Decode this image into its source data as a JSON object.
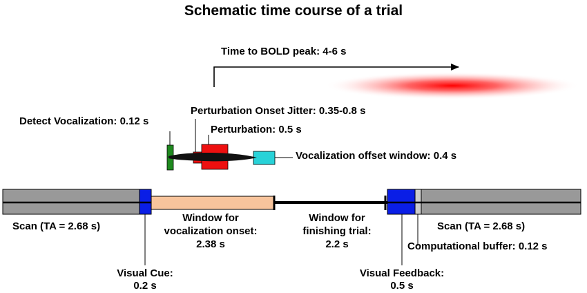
{
  "title": "Schematic time course of a trial",
  "bold_peak": {
    "label": "Time to BOLD peak: 4-6 s"
  },
  "events": {
    "perturbation_onset_jitter": "Perturbation Onset Jitter: 0.35-0.8 s",
    "detect_vocalization": "Detect Vocalization: 0.12 s",
    "perturbation": "Perturbation: 0.5 s",
    "vocalization_offset_window": "Vocalization offset window: 0.4 s"
  },
  "timeline": {
    "scan_left": "Scan (TA = 2.68 s)",
    "scan_right": "Scan (TA = 2.68 s)",
    "window_onset": [
      "Window for",
      "vocalization onset:",
      "2.38 s"
    ],
    "window_finish": [
      "Window for",
      "finishing trial:",
      "2.2 s"
    ],
    "computational_buffer": "Computational buffer: 0.12 s",
    "visual_cue": [
      "Visual Cue:",
      "0.2 s"
    ],
    "visual_feedback": [
      "Visual Feedback:",
      "0.5 s"
    ]
  },
  "colors": {
    "scan": "#999999",
    "cue": "#0a1ee6",
    "onset_window": "#f8c49c",
    "detect": "#1f8a1f",
    "perturbation": "#ee1010",
    "offset_window": "#28d2d8",
    "buffer": "#cccccc",
    "bold": "#ff0000"
  }
}
